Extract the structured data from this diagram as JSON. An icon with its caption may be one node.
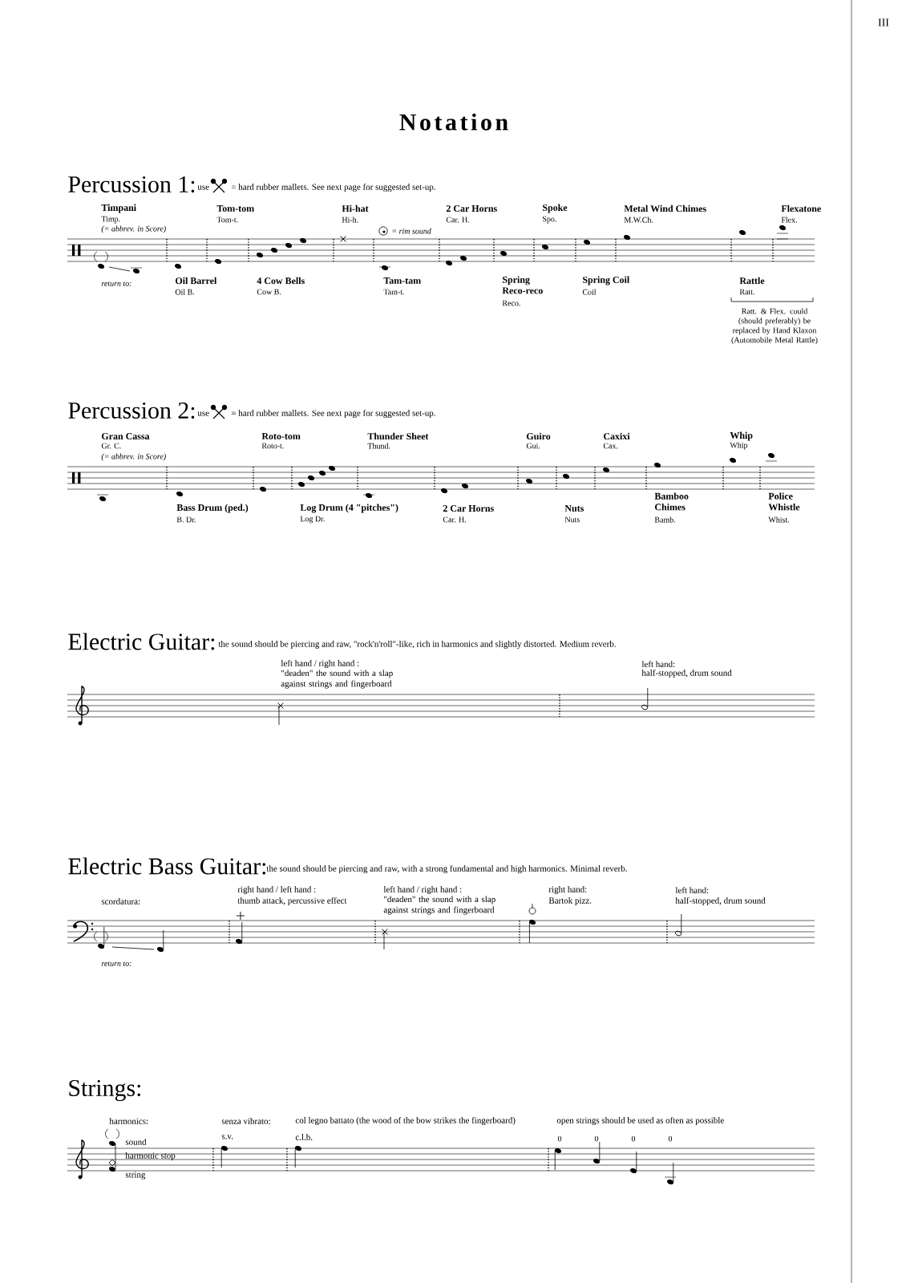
{
  "diagram": {
    "title": "Notation",
    "labels": [
      "III",
      "Percussion 1:",
      "use",
      "= hard rubber mallets. See next page for suggested set-up.",
      "Timpani",
      "Timp.",
      "(= abbrev. in Score)",
      "Tom-tom",
      "Tom-t.",
      "Hi-hat",
      "Hi-h.",
      "2 Car Horns",
      "Car. H.",
      "Spoke",
      "Spo.",
      "Metal Wind Chimes",
      "M.W.Ch.",
      "Flexatone",
      "Flex.",
      "= rim sound",
      "return to:",
      "Oil Barrel",
      "Oil B.",
      "4 Cow Bells",
      "Cow B.",
      "Tam-tam",
      "Tam-t.",
      "Spring Reco-reco",
      "Reco.",
      "Spring Coil",
      "Coil",
      "Rattle",
      "Ratt.",
      "Ratt. & Flex. could (should preferably) be replaced by Hand Klaxon (Automobile Metal Rattle)",
      "Percussion 2:",
      "use",
      "= hard rubber mallets. See next page for suggested set-up.",
      "Gran Cassa",
      "Gr. C.",
      "(= abbrev. in Score)",
      "Roto-tom",
      "Roto-t.",
      "Thunder Sheet",
      "Thund.",
      "Guiro",
      "Gui.",
      "Caxixi",
      "Cax.",
      "Whip",
      "Whip",
      "Bass Drum (ped.)",
      "B. Dr.",
      "Log Drum (4 \"pitches\")",
      "Log Dr.",
      "2 Car Horns",
      "Car. H.",
      "Nuts",
      "Nuts",
      "Bamboo Chimes",
      "Bamb.",
      "Police Whistle",
      "Whist.",
      "Electric Guitar:",
      "the sound should be piercing and raw, \"rock'n'roll\"-like, rich in harmonics and slightly distorted. Medium reverb.",
      "left hand / right hand :",
      "\"deaden\" the sound with a slap against strings and fingerboard",
      "left hand:",
      "half-stopped, drum sound",
      "Electric Bass Guitar:",
      "the sound should be piercing and raw, with a strong fundamental and high harmonics. Minimal reverb.",
      "scordatura:",
      "right hand / left hand :",
      "thumb attack, percussive effect",
      "left hand / right hand :",
      "\"deaden\" the sound with a slap against strings and fingerboard",
      "right hand:",
      "Bartok pizz.",
      "left hand:",
      "half-stopped, drum sound",
      "return to:",
      "Strings:",
      "harmonics:",
      "senza vibrato:",
      "col legno battato (the wood of the bow strikes the fingerboard)",
      "open strings should be used as often as possible",
      "sound",
      "harmonic stop",
      "string",
      "s.v.",
      "c.l.b.",
      "0",
      "0",
      "0",
      "0"
    ]
  }
}
